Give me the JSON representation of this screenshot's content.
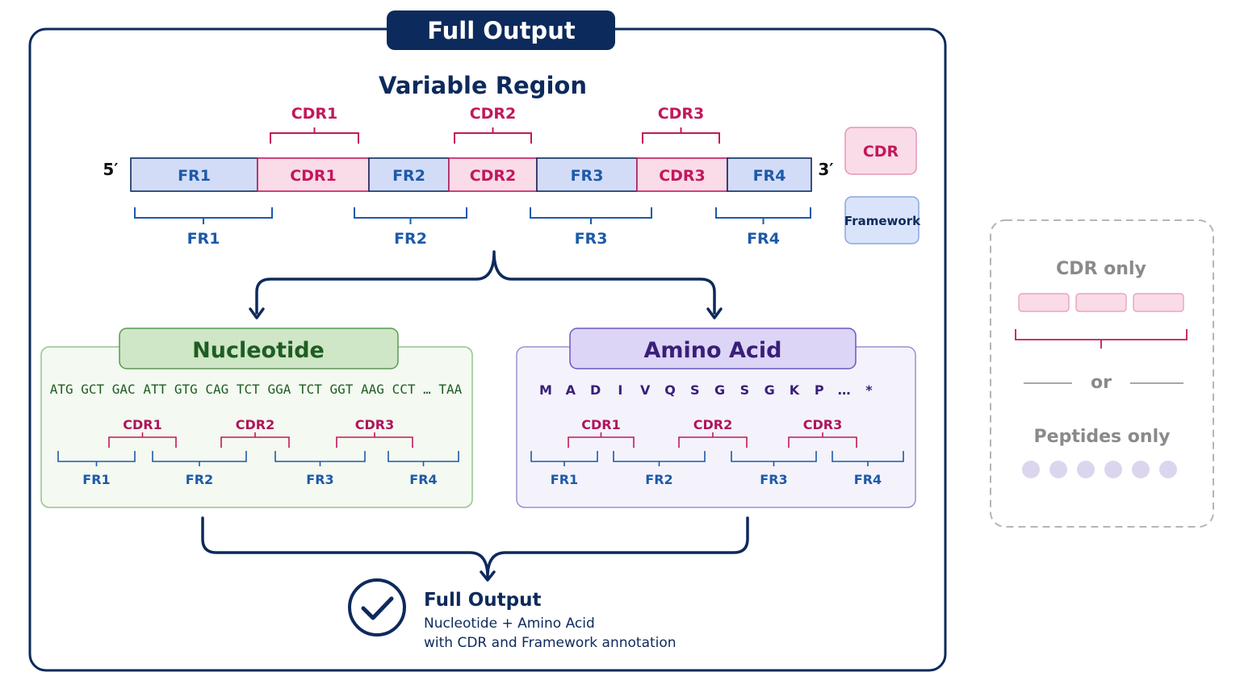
{
  "header": {
    "title": "Full Output"
  },
  "variable_region": {
    "title": "Variable Region",
    "end_5": "5′",
    "end_3": "3′",
    "segments": [
      {
        "label": "FR1",
        "kind": "framework"
      },
      {
        "label": "CDR1",
        "kind": "cdr"
      },
      {
        "label": "FR2",
        "kind": "framework"
      },
      {
        "label": "CDR2",
        "kind": "cdr"
      },
      {
        "label": "FR3",
        "kind": "framework"
      },
      {
        "label": "CDR3",
        "kind": "cdr"
      },
      {
        "label": "FR4",
        "kind": "framework"
      }
    ],
    "cdr_brackets": [
      "CDR1",
      "CDR2",
      "CDR3"
    ],
    "fr_brackets": [
      "FR1",
      "FR2",
      "FR3",
      "FR4"
    ]
  },
  "legend": {
    "cdr": "CDR",
    "framework": "Framework"
  },
  "nucleotide": {
    "title": "Nucleotide",
    "sequence": "ATG GCT GAC ATT GTG CAG TCT GGA TCT GGT AAG CCT … TAA",
    "cdr_labels": [
      "CDR1",
      "CDR2",
      "CDR3"
    ],
    "fr_labels": [
      "FR1",
      "FR2",
      "FR3",
      "FR4"
    ]
  },
  "amino_acid": {
    "title": "Amino Acid",
    "residues": [
      "M",
      "A",
      "D",
      "I",
      "V",
      "Q",
      "S",
      "G",
      "S",
      "G",
      "K",
      "P",
      "…",
      "*"
    ],
    "cdr_labels": [
      "CDR1",
      "CDR2",
      "CDR3"
    ],
    "fr_labels": [
      "FR1",
      "FR2",
      "FR3",
      "FR4"
    ]
  },
  "result": {
    "title": "Full Output",
    "line1": "Nucleotide + Amino Acid",
    "line2": "with CDR and Framework annotation"
  },
  "alternatives": {
    "cdr_only": "CDR only",
    "or": "or",
    "peptides_only": "Peptides only"
  },
  "colors": {
    "navy": "#0d2a5c",
    "cdr_text": "#c2185b",
    "cdr_fill": "#fadbe8",
    "cdr_stroke": "#c2185b",
    "fr_text": "#1d5aa8",
    "fr_fill": "#d3dcf7",
    "fr_stroke": "#0d2a5c",
    "nt_green": "#1e5e22",
    "aa_purple": "#4a2a8a",
    "grey": "#8a8a8a"
  }
}
